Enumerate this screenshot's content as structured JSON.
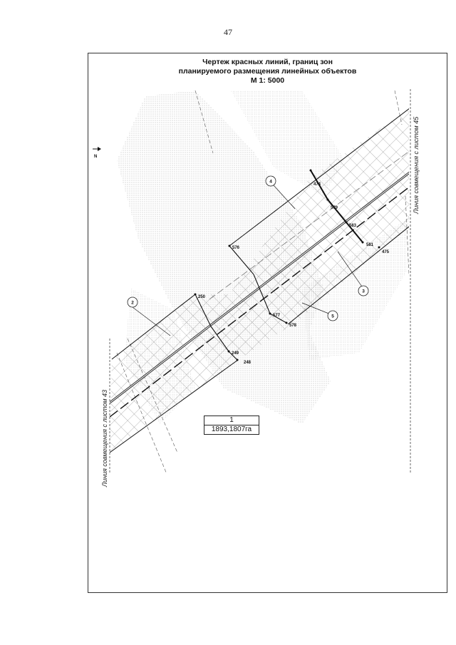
{
  "page": {
    "number": "47"
  },
  "title": {
    "line1": "Чертеж красных линий, границ зон",
    "line2": "планируемого размещения линейных объектов",
    "line3": "М 1: 5000"
  },
  "match_lines": {
    "right": "Линия совмещения с листом 45",
    "left": "Линия совмещения с листом 43"
  },
  "north_arrow": {
    "letter": "N"
  },
  "zone_label": {
    "number": "1",
    "area": "1893,1807га"
  },
  "circled_labels": [
    "2",
    "3",
    "4",
    "5"
  ],
  "points": [
    "474",
    "579",
    "583",
    "581",
    "475",
    "576",
    "577",
    "578",
    "250",
    "249",
    "248"
  ]
}
